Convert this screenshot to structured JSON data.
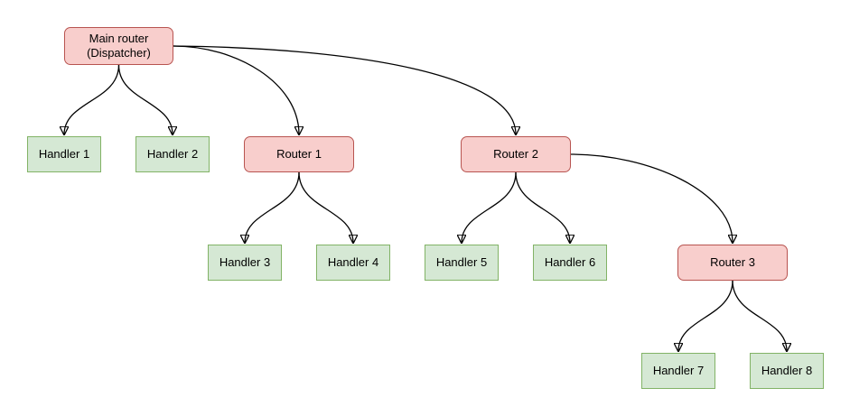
{
  "diagram": {
    "background": "#ffffff",
    "edge_color": "#000000",
    "node_styles": {
      "router": {
        "fill": "#f8cecc",
        "border": "#b85450"
      },
      "handler": {
        "fill": "#d5e8d4",
        "border": "#82b366"
      }
    },
    "nodes": [
      {
        "id": "main-router",
        "type": "router",
        "label": "Main router\n(Dispatcher)"
      },
      {
        "id": "handler-1",
        "type": "handler",
        "label": "Handler 1"
      },
      {
        "id": "handler-2",
        "type": "handler",
        "label": "Handler 2"
      },
      {
        "id": "router-1",
        "type": "router",
        "label": "Router 1"
      },
      {
        "id": "router-2",
        "type": "router",
        "label": "Router 2"
      },
      {
        "id": "handler-3",
        "type": "handler",
        "label": "Handler 3"
      },
      {
        "id": "handler-4",
        "type": "handler",
        "label": "Handler 4"
      },
      {
        "id": "handler-5",
        "type": "handler",
        "label": "Handler 5"
      },
      {
        "id": "handler-6",
        "type": "handler",
        "label": "Handler 6"
      },
      {
        "id": "router-3",
        "type": "router",
        "label": "Router 3"
      },
      {
        "id": "handler-7",
        "type": "handler",
        "label": "Handler 7"
      },
      {
        "id": "handler-8",
        "type": "handler",
        "label": "Handler 8"
      }
    ],
    "edges": [
      {
        "from": "main-router",
        "to": "handler-1"
      },
      {
        "from": "main-router",
        "to": "handler-2"
      },
      {
        "from": "main-router",
        "to": "router-1"
      },
      {
        "from": "main-router",
        "to": "router-2"
      },
      {
        "from": "router-1",
        "to": "handler-3"
      },
      {
        "from": "router-1",
        "to": "handler-4"
      },
      {
        "from": "router-2",
        "to": "handler-5"
      },
      {
        "from": "router-2",
        "to": "handler-6"
      },
      {
        "from": "router-2",
        "to": "router-3"
      },
      {
        "from": "router-3",
        "to": "handler-7"
      },
      {
        "from": "router-3",
        "to": "handler-8"
      }
    ]
  }
}
